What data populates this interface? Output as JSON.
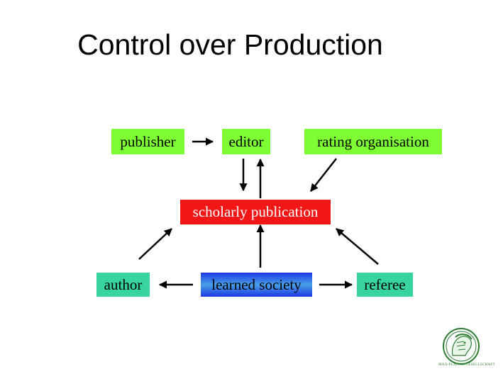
{
  "title": "Control over Production",
  "nodes": {
    "publisher": "publisher",
    "editor": "editor",
    "rating": "rating organisation",
    "scholarly": "scholarly publication",
    "author": "author",
    "society": "learned society",
    "referee": "referee"
  },
  "colors": {
    "green_box": "#7dff33",
    "teal_box": "#37d4a0",
    "red_box": "#f21616",
    "blue_box": "#1d38e6",
    "logo_green": "#2e7d32"
  },
  "logo": {
    "name": "max-planck-minerva-seal",
    "caption": "MAX-PLANCK-GESELLSCHAFT"
  }
}
